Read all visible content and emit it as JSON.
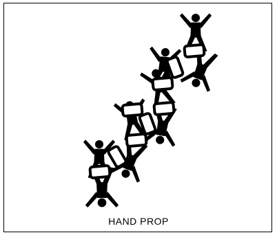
{
  "caption": "HAND PROP",
  "colors": {
    "ink": "#000000",
    "paper": "#ffffff"
  },
  "figure": {
    "subject": "stacked-jumpers",
    "jumper_count": 9
  }
}
